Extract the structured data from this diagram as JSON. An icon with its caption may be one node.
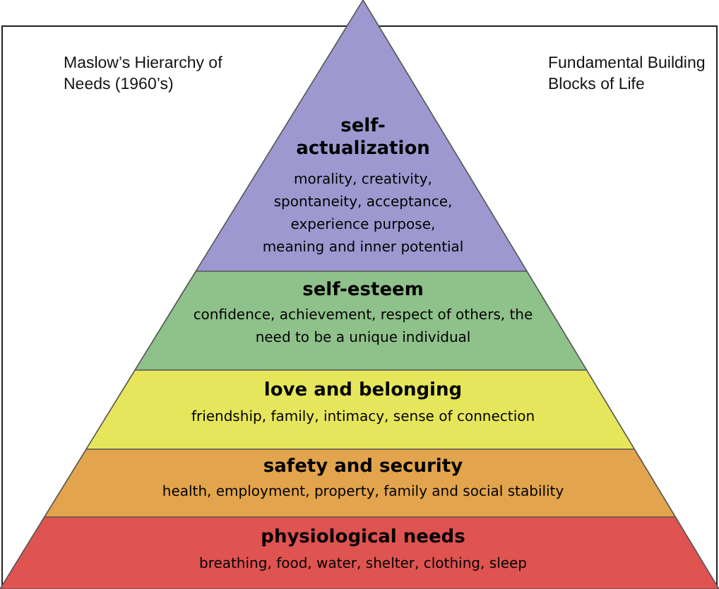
{
  "diagram": {
    "nodes": [
      {
        "text": [
          "self-actualization",
          "morality, creativity, spontaneity, acceptance, experience purpose, meaning and inner potential"
        ]
      },
      {
        "text": [
          "self-esteem",
          "confidence, achievement, respect of others, the need to be a unique individual"
        ]
      },
      {
        "text": [
          "love and belonging",
          "friendship, family, intimacy, sense of connection"
        ]
      },
      {
        "text": [
          "safety and security",
          "health, employment, property, family and social stability"
        ]
      },
      {
        "text": [
          "physiological needs",
          "breathing, food, water, shelter, clothing, sleep"
        ]
      }
    ],
    "labels": [
      "Maslow’s Hierarchy of Needs (1960’s)",
      "Fundamental Building Blocks of Life"
    ]
  }
}
